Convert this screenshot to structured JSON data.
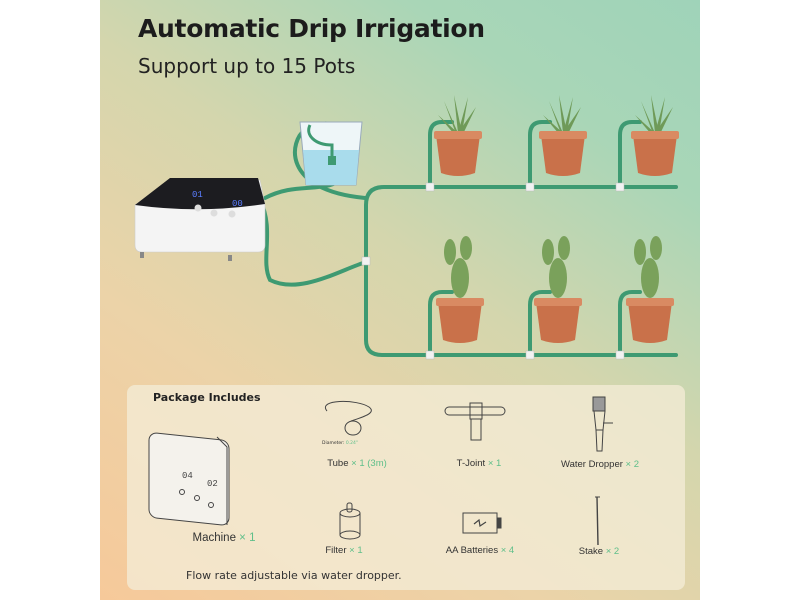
{
  "header": {
    "title": "Automatic Drip Irrigation",
    "subtitle": "Support up to 15 Pots"
  },
  "device": {
    "display_left": "01",
    "display_right": "00"
  },
  "package": {
    "title": "Package Includes",
    "tube_diameter_label": "Diameter:",
    "tube_diameter_value": "0.24\"",
    "items": [
      {
        "name": "Machine",
        "qty": "× 1"
      },
      {
        "name": "Tube",
        "qty": "× 1 (3m)"
      },
      {
        "name": "T-Joint",
        "qty": "× 1"
      },
      {
        "name": "Water Dropper",
        "qty": "× 2"
      },
      {
        "name": "Filter",
        "qty": "× 1"
      },
      {
        "name": "AA Batteries",
        "qty": "× 4"
      },
      {
        "name": "Stake",
        "qty": "× 2"
      }
    ],
    "machine_display_left": "04",
    "machine_display_right": "02",
    "footnote": "Flow rate adjustable via water dropper."
  },
  "colors": {
    "tube": "#3e9a72",
    "pot": "#c9714a",
    "accent": "#5fbf8a"
  }
}
